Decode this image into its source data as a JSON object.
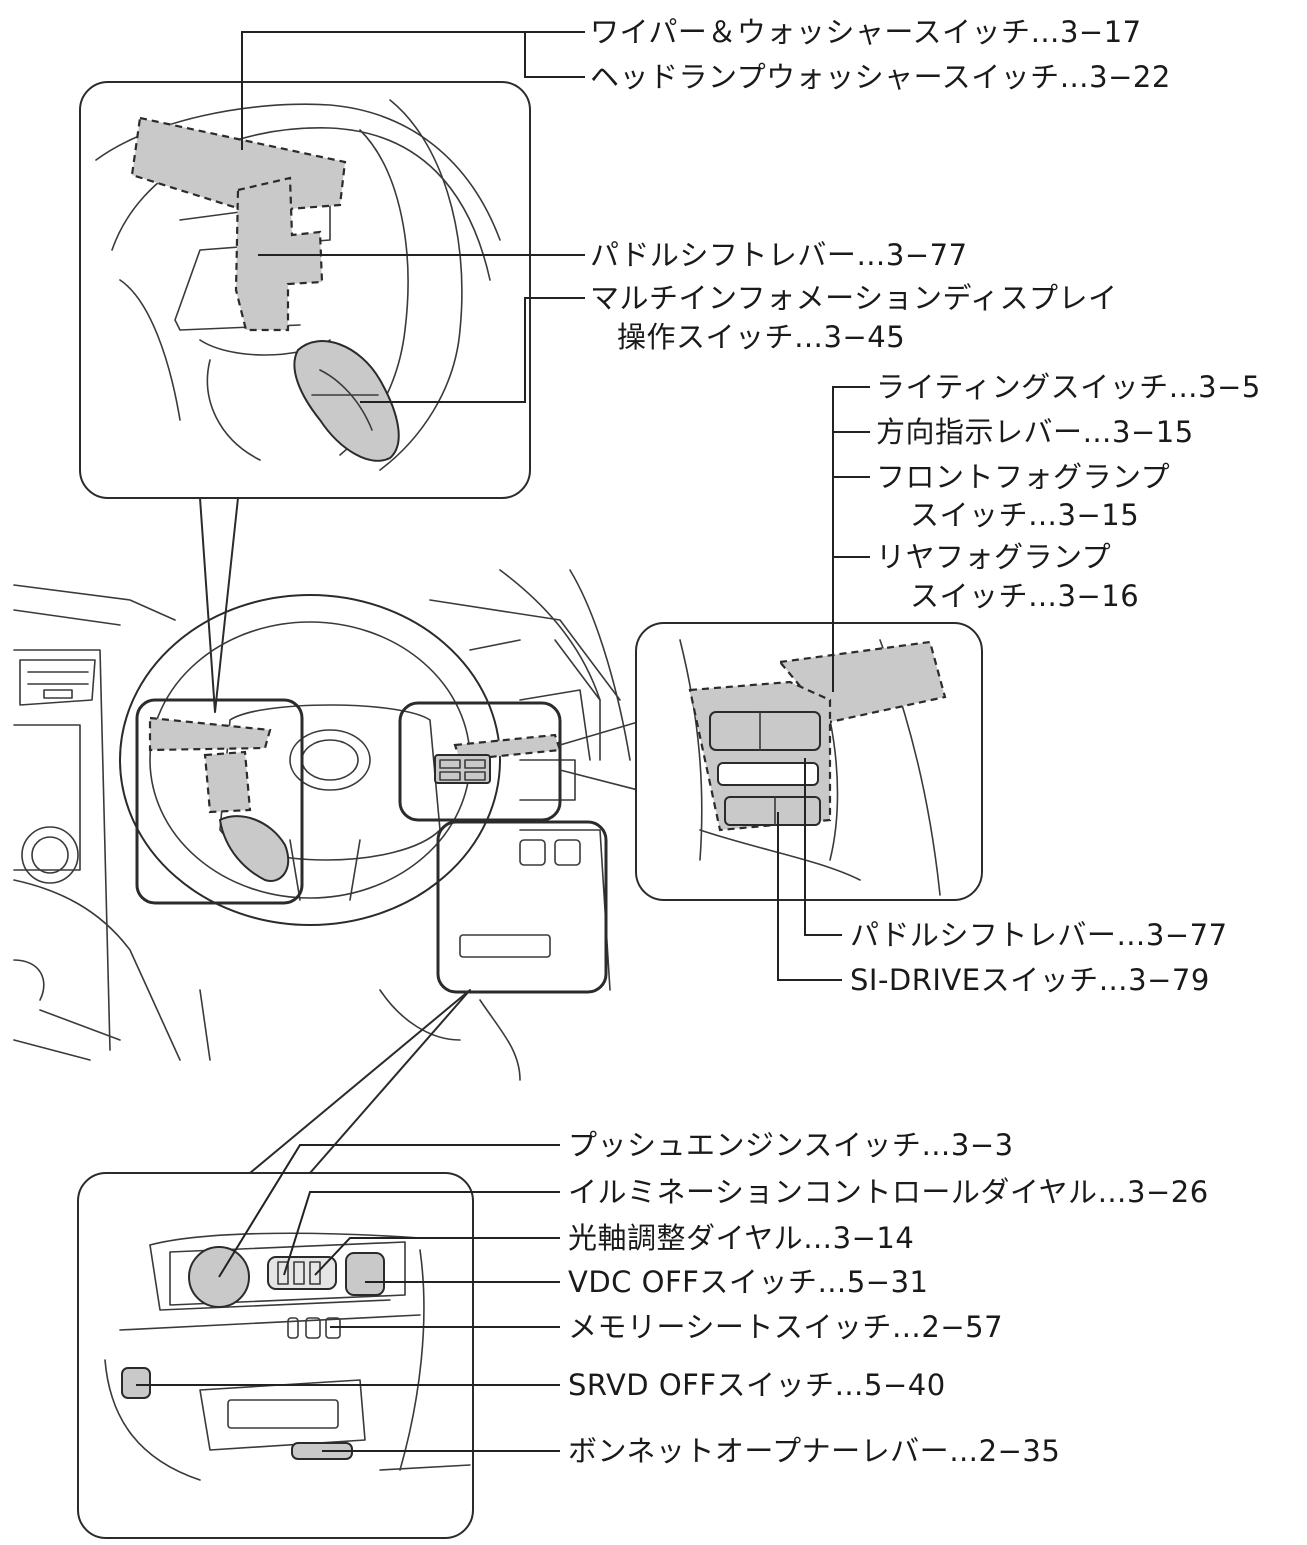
{
  "labels": {
    "wiper": "ワイパー＆ウォッシャースイッチ…3−17",
    "headlamp_washer": "ヘッドランプウォッシャースイッチ…3−22",
    "paddle_left": "パドルシフトレバー…3−77",
    "multi_info_1": "マルチインフォメーションディスプレイ",
    "multi_info_2": "操作スイッチ…3−45",
    "lighting": "ライティングスイッチ…3−5",
    "turn_signal": "方向指示レバー…3−15",
    "front_fog_1": "フロントフォグランプ",
    "front_fog_2": "スイッチ…3−15",
    "rear_fog_1": "リヤフォグランプ",
    "rear_fog_2": "スイッチ…3−16",
    "paddle_right": "パドルシフトレバー…3−77",
    "si_drive": "SI-DRIVEスイッチ…3−79",
    "push_engine": "プッシュエンジンスイッチ…3−3",
    "illumination": "イルミネーションコントロールダイヤル…3−26",
    "beam_adjust": "光軸調整ダイヤル…3−14",
    "vdc_off": "VDC OFFスイッチ…5−31",
    "memory_seat": "メモリーシートスイッチ…2−57",
    "srvd_off": "SRVD OFFスイッチ…5−40",
    "bonnet": "ボンネットオープナーレバー…2−35"
  }
}
